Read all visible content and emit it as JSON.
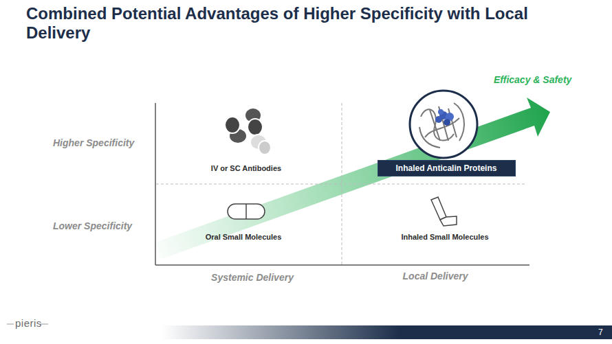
{
  "diagram": {
    "title": "Combined Potential Advantages of Higher Specificity with Local Delivery",
    "nodes": [
      {
        "text": [
          "Inhaled Anticalin Proteins"
        ]
      }
    ],
    "labels": [
      "Efficacy & Safety",
      "Higher Specificity",
      "Lower Specificity",
      "IV or SC Antibodies",
      "Oral Small Molecules",
      "Inhaled Small Molecules",
      "Systemic Delivery",
      "Local Delivery",
      "pieris",
      "7"
    ]
  }
}
